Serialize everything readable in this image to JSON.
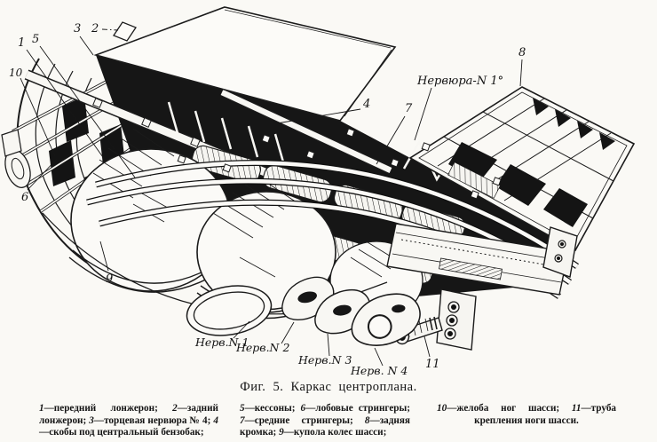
{
  "figure": {
    "caption": "Фиг. 5. Каркас центроплана.",
    "drawing": {
      "callouts": [
        "1",
        "5",
        "3",
        "2",
        "10",
        "6",
        "9",
        "4",
        "7",
        "8",
        "11"
      ],
      "rib_banner": "Нервюра-N 1°",
      "rib_labels": [
        "Нерв.N 1",
        "Нерв.N 2",
        "Нерв.N 3",
        "Нерв. N 4"
      ]
    }
  },
  "legend": {
    "separator": "—",
    "columns": [
      {
        "items": [
          {
            "num": "1",
            "desc": "передний лонжерон;"
          },
          {
            "num": "2",
            "desc": "задний лонжерон;"
          },
          {
            "num": "3",
            "desc": "торцевая нервюра № 4;"
          },
          {
            "num": "4",
            "desc": "скобы под центральный бензобак;"
          }
        ]
      },
      {
        "items": [
          {
            "num": "5",
            "desc": "кессоны;"
          },
          {
            "num": "6",
            "desc": "лобовые стрингеры;"
          },
          {
            "num": "7",
            "desc": "средние стрингеры;"
          },
          {
            "num": "8",
            "desc": "задняя кромка;"
          },
          {
            "num": "9",
            "desc": "купола колес шасси;"
          }
        ]
      },
      {
        "items": [
          {
            "num": "10",
            "desc": "желоба ног шасси;"
          },
          {
            "num": "11",
            "desc": "труба крепления ноги шасси."
          }
        ]
      }
    ]
  },
  "colors": {
    "paper": "#faf9f5",
    "ink": "#1b1b1b"
  }
}
